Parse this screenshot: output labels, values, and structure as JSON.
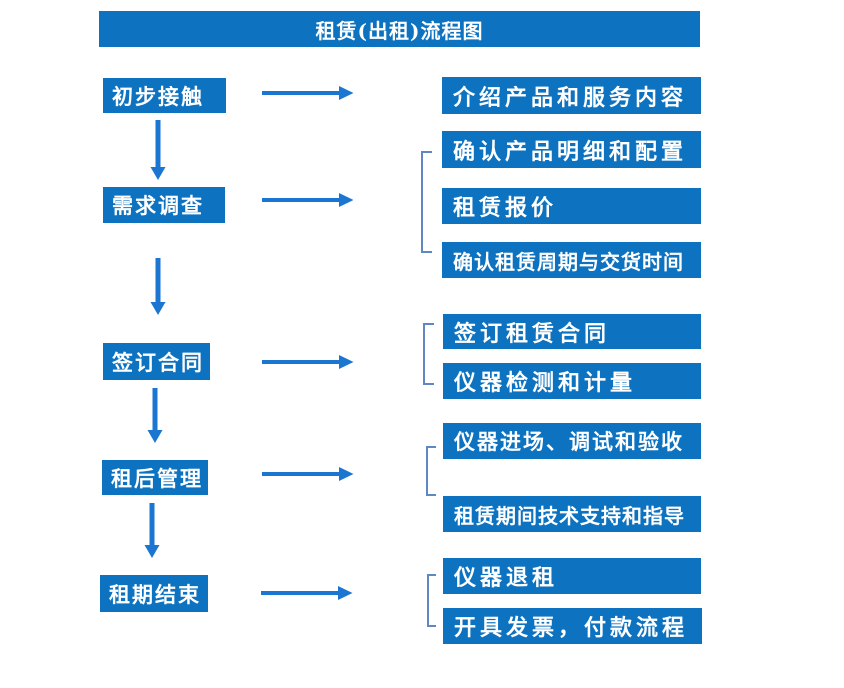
{
  "title": "租赁(出租)流程图",
  "colors": {
    "box_fill": "#0d72bf",
    "arrow": "#1b76d1",
    "bracket": "#5e87c4",
    "box_text": "#ffffff",
    "page_background": "#ffffff"
  },
  "flow": [
    {
      "stage": "初步接触",
      "details": [
        "介绍产品和服务内容"
      ]
    },
    {
      "stage": "需求调查",
      "details": [
        "确认产品明细和配置",
        "租赁报价",
        "确认租赁周期与交货时间"
      ]
    },
    {
      "stage": "签订合同",
      "details": [
        "签订租赁合同",
        "仪器检测和计量"
      ]
    },
    {
      "stage": "租后管理",
      "details": [
        "仪器进场、调试和验收",
        "租赁期间技术支持和指导"
      ]
    },
    {
      "stage": "租期结束",
      "details": [
        "仪器退租",
        "开具发票，付款流程"
      ]
    }
  ]
}
